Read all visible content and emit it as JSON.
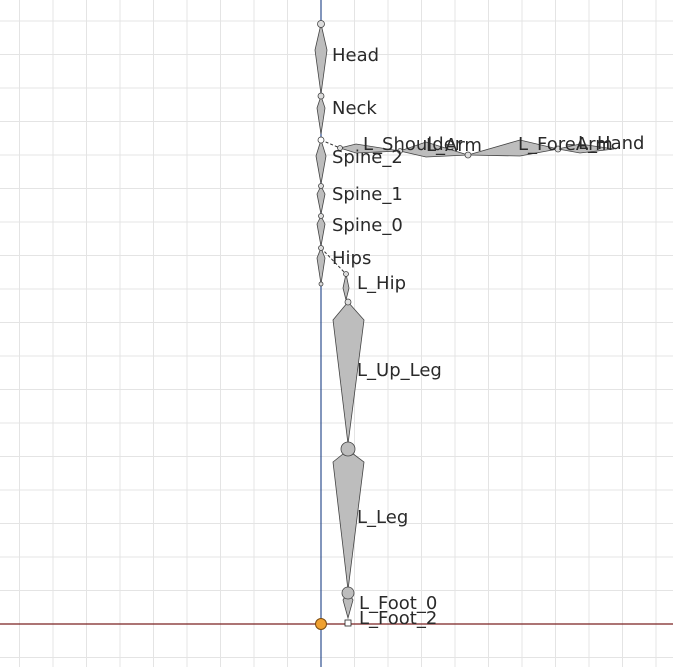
{
  "viewport": {
    "background": "#ffffff",
    "grid_color": "#e4e4e4",
    "axis_x_color": "#7a2222",
    "axis_y_color": "#2f4f8f",
    "origin_color": "#f0a030",
    "bone_fill": "#bdbdbd",
    "bone_stroke": "#444444"
  },
  "bones": [
    {
      "id": "head",
      "label": "Head"
    },
    {
      "id": "neck",
      "label": "Neck"
    },
    {
      "id": "spine-2",
      "label": "Spine_2"
    },
    {
      "id": "spine-1",
      "label": "Spine_1"
    },
    {
      "id": "spine-0",
      "label": "Spine_0"
    },
    {
      "id": "hips",
      "label": "Hips"
    },
    {
      "id": "l-shoulder",
      "label": "L_Shoulder"
    },
    {
      "id": "l-arm",
      "label": "L_Arm"
    },
    {
      "id": "l-forearm",
      "label": "L_ForeArm"
    },
    {
      "id": "l-hand",
      "label": "L_Hand"
    },
    {
      "id": "l-hip",
      "label": "L_Hip"
    },
    {
      "id": "l-up-leg",
      "label": "L_Up_Leg"
    },
    {
      "id": "l-leg",
      "label": "L_Leg"
    },
    {
      "id": "l-foot-0",
      "label": "L_Foot_0"
    },
    {
      "id": "l-foot-2",
      "label": "L_Foot_2"
    }
  ]
}
